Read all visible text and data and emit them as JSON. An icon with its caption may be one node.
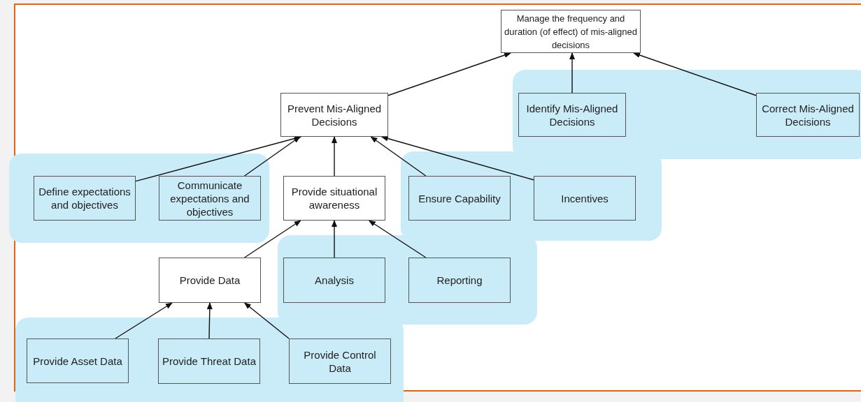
{
  "diagram": {
    "nodes": [
      {
        "text": [
          "Manage the frequency and duration (of effect) of mis-aligned decisions"
        ]
      },
      {
        "text": [
          "Prevent Mis-Aligned Decisions"
        ]
      },
      {
        "text": [
          "Identify Mis-Aligned Decisions"
        ]
      },
      {
        "text": [
          "Correct Mis-Aligned Decisions"
        ]
      },
      {
        "text": [
          "Define expectations and objectives"
        ]
      },
      {
        "text": [
          "Communicate expectations and objectives"
        ]
      },
      {
        "text": [
          "Provide situational awareness"
        ]
      },
      {
        "text": [
          "Ensure Capability"
        ]
      },
      {
        "text": [
          "Incentives"
        ]
      },
      {
        "text": [
          "Provide Data"
        ]
      },
      {
        "text": [
          "Analysis"
        ]
      },
      {
        "text": [
          "Reporting"
        ]
      },
      {
        "text": [
          "Provide Asset Data"
        ]
      },
      {
        "text": [
          "Provide Threat Data"
        ]
      },
      {
        "text": [
          "Provide Control Data"
        ]
      }
    ],
    "edges": [
      {
        "from": 1,
        "to": 0,
        "arrow": "to"
      },
      {
        "from": 2,
        "to": 0,
        "arrow": "to"
      },
      {
        "from": 3,
        "to": 0,
        "arrow": "to"
      },
      {
        "from": 4,
        "to": 1,
        "arrow": "to"
      },
      {
        "from": 5,
        "to": 1,
        "arrow": "to"
      },
      {
        "from": 6,
        "to": 1,
        "arrow": "to"
      },
      {
        "from": 7,
        "to": 1,
        "arrow": "to"
      },
      {
        "from": 8,
        "to": 1,
        "arrow": "to"
      },
      {
        "from": 9,
        "to": 6,
        "arrow": "to"
      },
      {
        "from": 10,
        "to": 6,
        "arrow": "to"
      },
      {
        "from": 11,
        "to": 6,
        "arrow": "to"
      },
      {
        "from": 12,
        "to": 9,
        "arrow": "to"
      },
      {
        "from": 13,
        "to": 9,
        "arrow": "to"
      },
      {
        "from": 14,
        "to": 9,
        "arrow": "to"
      }
    ]
  }
}
